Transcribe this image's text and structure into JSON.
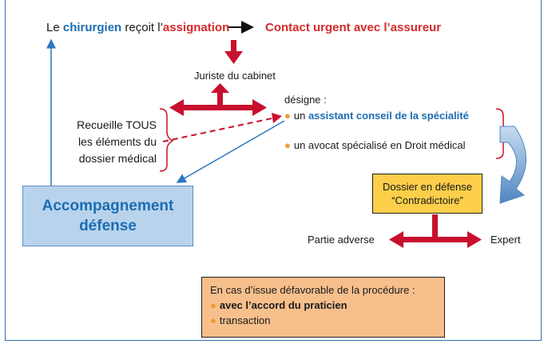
{
  "top_line": {
    "part1": "Le ",
    "chirurgien": "chirurgien",
    "part2": " reçoit l’",
    "assignation": "assignation",
    "contact": "Contact urgent avec l’assureur"
  },
  "juriste": "Juriste du cabinet",
  "recueille": [
    "Recueille TOUS",
    "les éléments du",
    "dossier médical"
  ],
  "designe": {
    "label": "désigne :",
    "item1_prefix": "un ",
    "item1_highlight": "assistant conseil de la spécialité",
    "item2": "un avocat spécialisé en Droit médical"
  },
  "accompagnement": [
    "Accompagnement",
    "défense"
  ],
  "dossier": [
    "Dossier en défense",
    "“Contradictoire”"
  ],
  "partie_adverse": "Partie adverse",
  "expert": "Expert",
  "issue": {
    "title": "En cas d’issue défavorable de la procédure :",
    "item1": "avec l’accord du praticien",
    "item2": "transaction"
  },
  "colors": {
    "blue": "#1c6db2",
    "red": "#c8102e",
    "yellow": "#fcce4a",
    "peach": "#f7bf8c",
    "light_blue": "#b9d3ec",
    "orange_dot": "#f29a2e"
  }
}
